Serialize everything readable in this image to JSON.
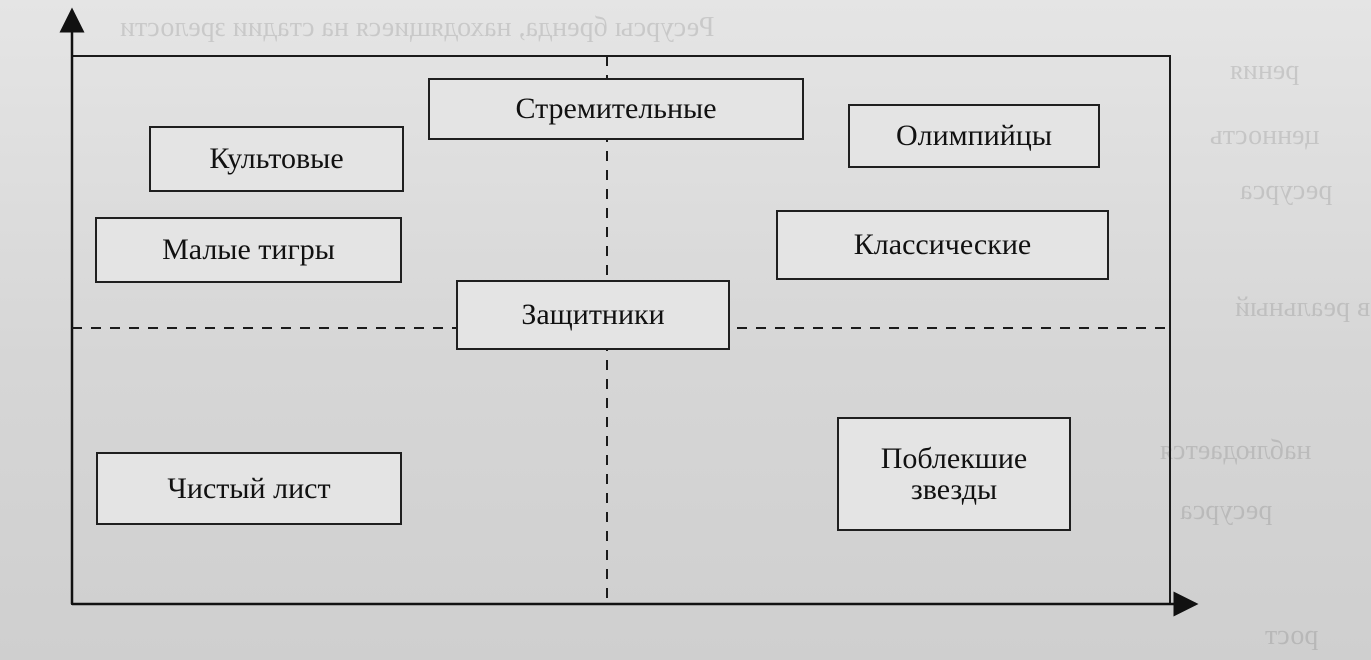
{
  "diagram": {
    "boxes": {
      "stremitelnye": "Стремительные",
      "olimpiytsy": "Олимпийцы",
      "kultovye": "Культовые",
      "malye_tigry": "Малые тигры",
      "klassicheskie": "Классические",
      "zashchitniki": "Защитники",
      "chistyy_list": "Чистый лист",
      "poblekshie_line1": "Поблекшие",
      "poblekshie_line2": "звезды"
    }
  }
}
